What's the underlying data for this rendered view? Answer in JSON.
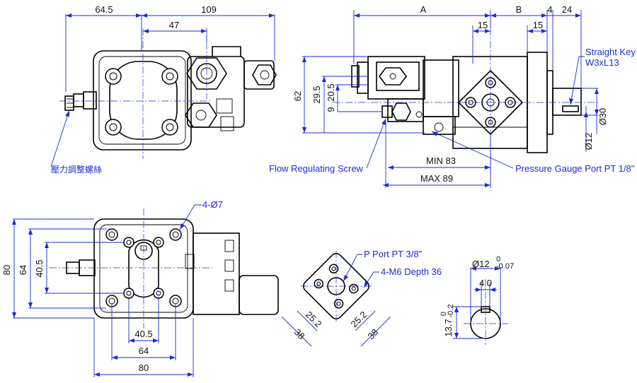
{
  "front_view": {
    "dims": {
      "left_width": "64.5",
      "total_width": "109",
      "inner_width": "47"
    },
    "label_pressure_screw": "壓力調整螺絲"
  },
  "side_view": {
    "dims": {
      "a": "A",
      "b": "B",
      "four": "4",
      "key_len": "24",
      "fifteen_1": "15",
      "fifteen_2": "15",
      "h62": "62",
      "h29_5": "29.5",
      "h20_5": "20.5",
      "h9": "9",
      "dia30": "Ø30",
      "dia12": "Ø12",
      "min83": "MIN 83",
      "max89": "MAX 89"
    },
    "labels": {
      "key_line1": "Straight Key",
      "key_line2": "W3xL13",
      "flow_screw": "Flow Regulating Screw",
      "gauge_port": "Pressure Gauge Port PT 1/8\""
    }
  },
  "bottom_view": {
    "dims": {
      "holes": "4-Ø7",
      "h80": "80",
      "h64": "64",
      "h40_5": "40.5",
      "w40_5": "40.5",
      "w64": "64",
      "w80": "80"
    }
  },
  "port_view": {
    "labels": {
      "p_port": "P Port PT 3/8\"",
      "m6": "4-M6 Depth 36"
    },
    "dims": {
      "a25_2": "25.2",
      "a38": "38",
      "b25_2": "25.2",
      "b38": "38"
    }
  },
  "shaft_view": {
    "dims": {
      "dia": "Ø12",
      "tol_upper": "0",
      "tol_lower": "-0.07",
      "key_width": "4.0",
      "height": "13.7",
      "h_tol_upper": "0",
      "h_tol_lower": "-0.2"
    }
  }
}
